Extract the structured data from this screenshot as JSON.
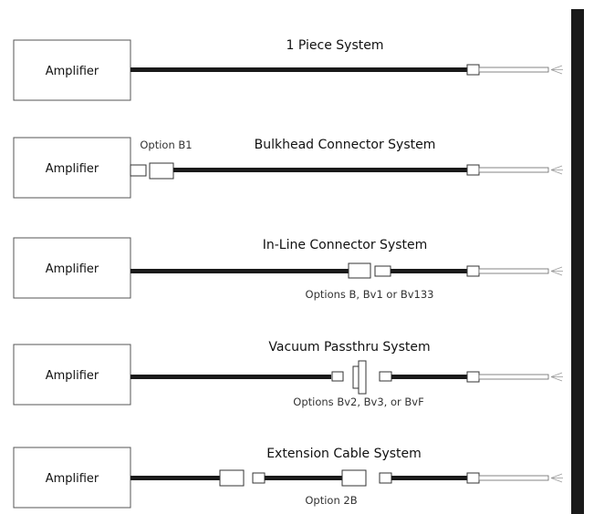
{
  "diagram": {
    "amplifier_label": "Amplifier",
    "colors": {
      "line": "#1a1a1a",
      "wall": "#1a1a1a",
      "box_stroke": "#555555",
      "background": "#ffffff"
    },
    "systems": [
      {
        "title": "1 Piece System",
        "option": ""
      },
      {
        "title": "Bulkhead Connector System",
        "option": "Option B1"
      },
      {
        "title": "In-Line Connector System",
        "option": "Options B, Bv1 or Bv133"
      },
      {
        "title": "Vacuum Passthru System",
        "option": "Options Bv2, Bv3, or BvF"
      },
      {
        "title": "Extension Cable System",
        "option": "Option 2B"
      }
    ]
  }
}
